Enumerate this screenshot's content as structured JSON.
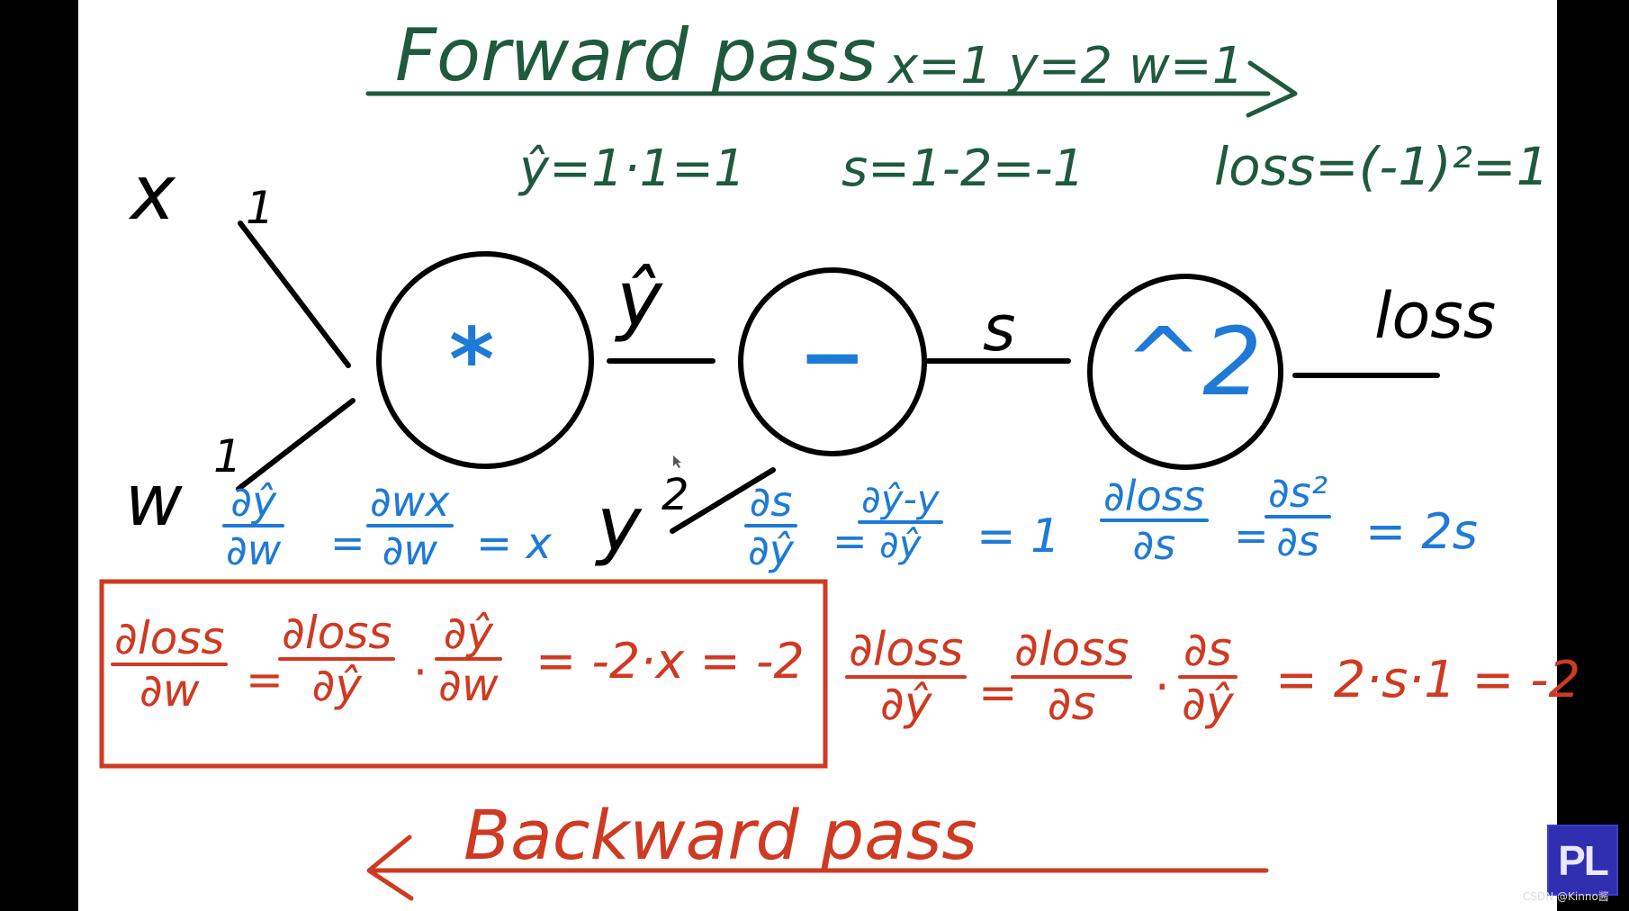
{
  "forward": {
    "title": "Forward pass",
    "values": "x=1  y=2  w=1",
    "eq_yhat": "ŷ=1·1=1",
    "eq_s": "s=1-2=-1",
    "eq_loss": "loss=(-1)²=1"
  },
  "nodes": {
    "mult": "*",
    "minus": "−",
    "square": "^2"
  },
  "inputs": {
    "x": "x",
    "x_val": "1",
    "w": "w",
    "w_val": "1",
    "y": "y",
    "y_val": "2"
  },
  "edges": {
    "yhat": "ŷ",
    "s": "s",
    "loss": "loss"
  },
  "local_grads": {
    "g1_num": "∂ŷ",
    "g1_den": "∂w",
    "g1_mid_num": "∂wx",
    "g1_mid_den": "∂w",
    "g1_rhs": "= x",
    "g2_num": "∂s",
    "g2_den": "∂ŷ",
    "g2_mid_num": "∂ŷ-y",
    "g2_mid_den": "∂ŷ",
    "g2_rhs": "= 1",
    "g3_num": "∂loss",
    "g3_den": "∂s",
    "g3_mid_num": "∂s²",
    "g3_mid_den": "∂s",
    "g3_rhs": "= 2s"
  },
  "backward": {
    "title": "Backward pass",
    "b1_num": "∂loss",
    "b1_den": "∂w",
    "b1_a_num": "∂loss",
    "b1_a_den": "∂ŷ",
    "b1_b_num": "∂ŷ",
    "b1_b_den": "∂w",
    "b1_rhs": "= -2·x = -2",
    "b2_num": "∂loss",
    "b2_den": "∂ŷ",
    "b2_a_num": "∂loss",
    "b2_a_den": "∂s",
    "b2_b_num": "∂s",
    "b2_b_den": "∂ŷ",
    "b2_rhs": "= 2·s·1 = -2"
  },
  "logo": "PL",
  "watermark": "CSDN @Kinno酱",
  "colors": {
    "forward": "#1f5a3e",
    "local": "#1e7ad6",
    "backward": "#cf3a22",
    "ink": "#000000"
  }
}
